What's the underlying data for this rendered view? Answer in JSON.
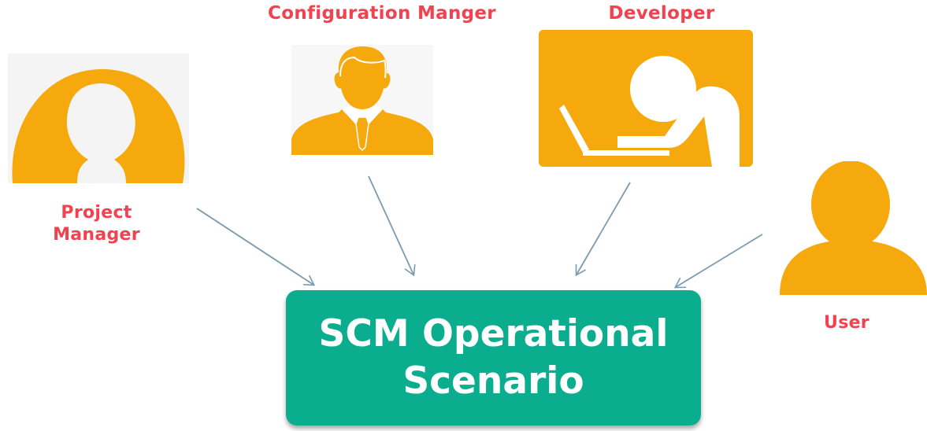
{
  "roles": {
    "configuration_manager": {
      "label": "Configuration Manger"
    },
    "developer": {
      "label": "Developer"
    },
    "project_manager": {
      "label_line1": "Project",
      "label_line2": "Manager"
    },
    "user": {
      "label": "User"
    }
  },
  "center": {
    "line1": "SCM Operational",
    "line2": "Scenario"
  },
  "colors": {
    "label": "#f2424f",
    "icon": "#f5a90c",
    "box": "#0aae8e",
    "arrow": "#7c9bb0"
  },
  "icons": {
    "project_manager": "person-silhouette-icon",
    "configuration_manager": "businessman-tie-icon",
    "developer": "developer-laptop-icon",
    "user": "user-icon"
  }
}
